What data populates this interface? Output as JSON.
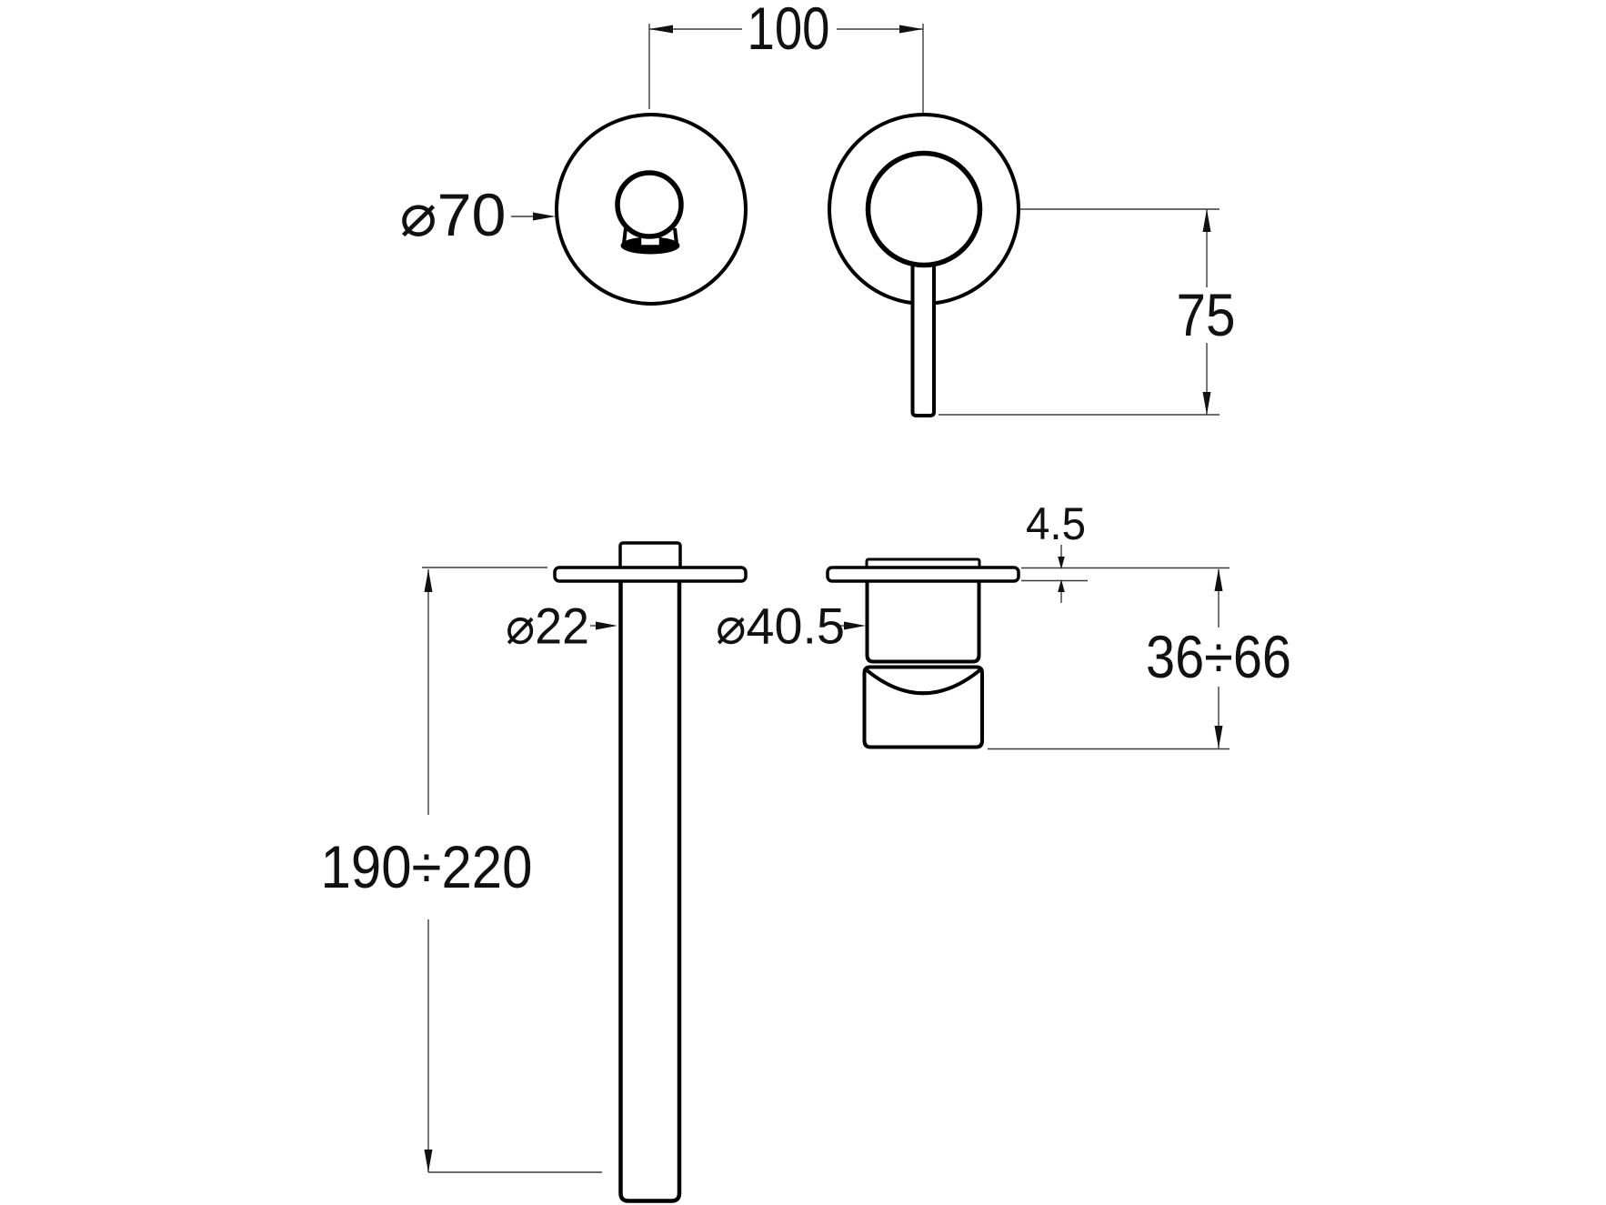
{
  "drawing": {
    "colors": {
      "background": "#ffffff",
      "part_line": "#000000",
      "dimension_line": "#3c3c3c",
      "text": "#111111"
    },
    "labels": {
      "center_distance": "100",
      "rosette_diameter": "⌀70",
      "handle_length": "75",
      "spout_diameter": "⌀22",
      "spout_length_range": "190÷220",
      "body_diameter": "⌀40.5",
      "rosette_thickness": "4.5",
      "body_depth_range": "36÷66"
    }
  }
}
